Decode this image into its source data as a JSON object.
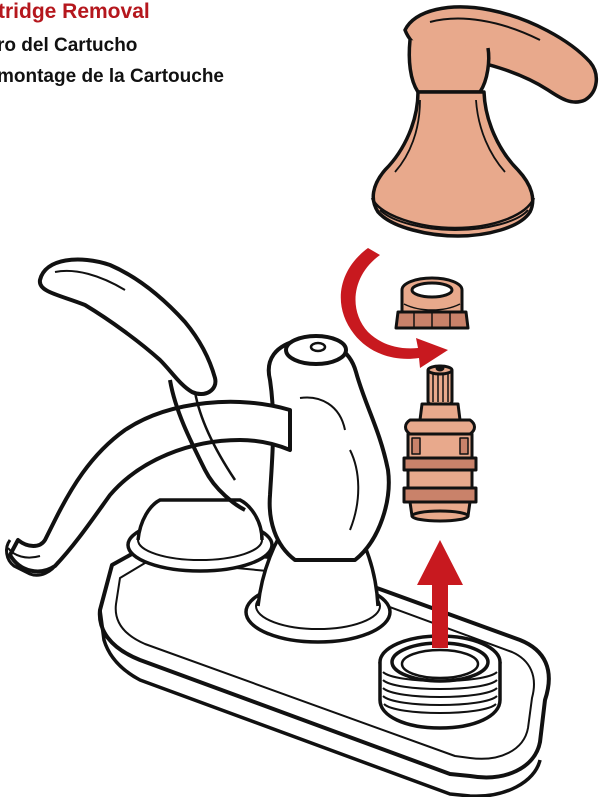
{
  "titles": {
    "english": "tridge Removal",
    "spanish": "ro del Cartucho",
    "french": "montage de la Cartouche"
  },
  "colors": {
    "title_red": "#b5171d",
    "arrow_red": "#c8191f",
    "copper_fill": "#e8a98c",
    "copper_dark": "#c9826a",
    "line": "#111111"
  },
  "icons": {
    "rotate_arrow": "counterclockwise-arrow-icon",
    "lift_arrow": "up-arrow-icon"
  }
}
